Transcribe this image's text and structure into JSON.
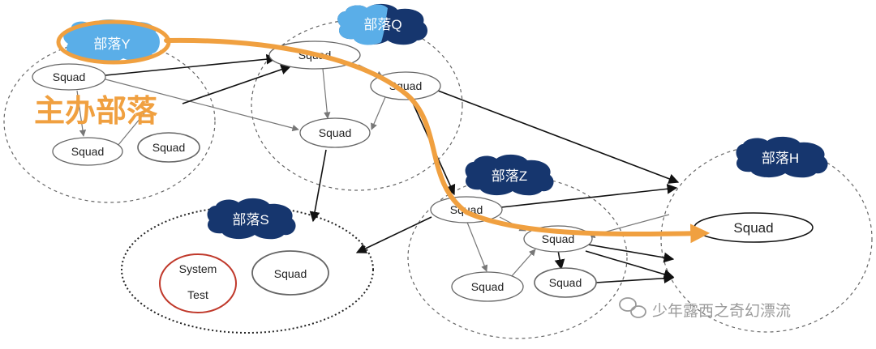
{
  "tribes": {
    "y": {
      "label": "部落Y"
    },
    "q": {
      "label": "部落Q"
    },
    "z": {
      "label": "部落Z"
    },
    "h": {
      "label": "部落H"
    },
    "s": {
      "label": "部落S"
    }
  },
  "squad_label": "Squad",
  "system_test": {
    "line1": "System",
    "line2": "Test"
  },
  "host_tribe_label": "主办部落",
  "watermark": "少年露西之奇幻漂流",
  "colors": {
    "highlight": "#f0a040",
    "tribe_light": "#5aaee8",
    "tribe_dark": "#16366e",
    "system_test_border": "#c0392b",
    "edge": "#111111",
    "internal_edge": "#777777",
    "boundary": "#666666"
  },
  "icons": {
    "watermark": "wechat-icon"
  }
}
